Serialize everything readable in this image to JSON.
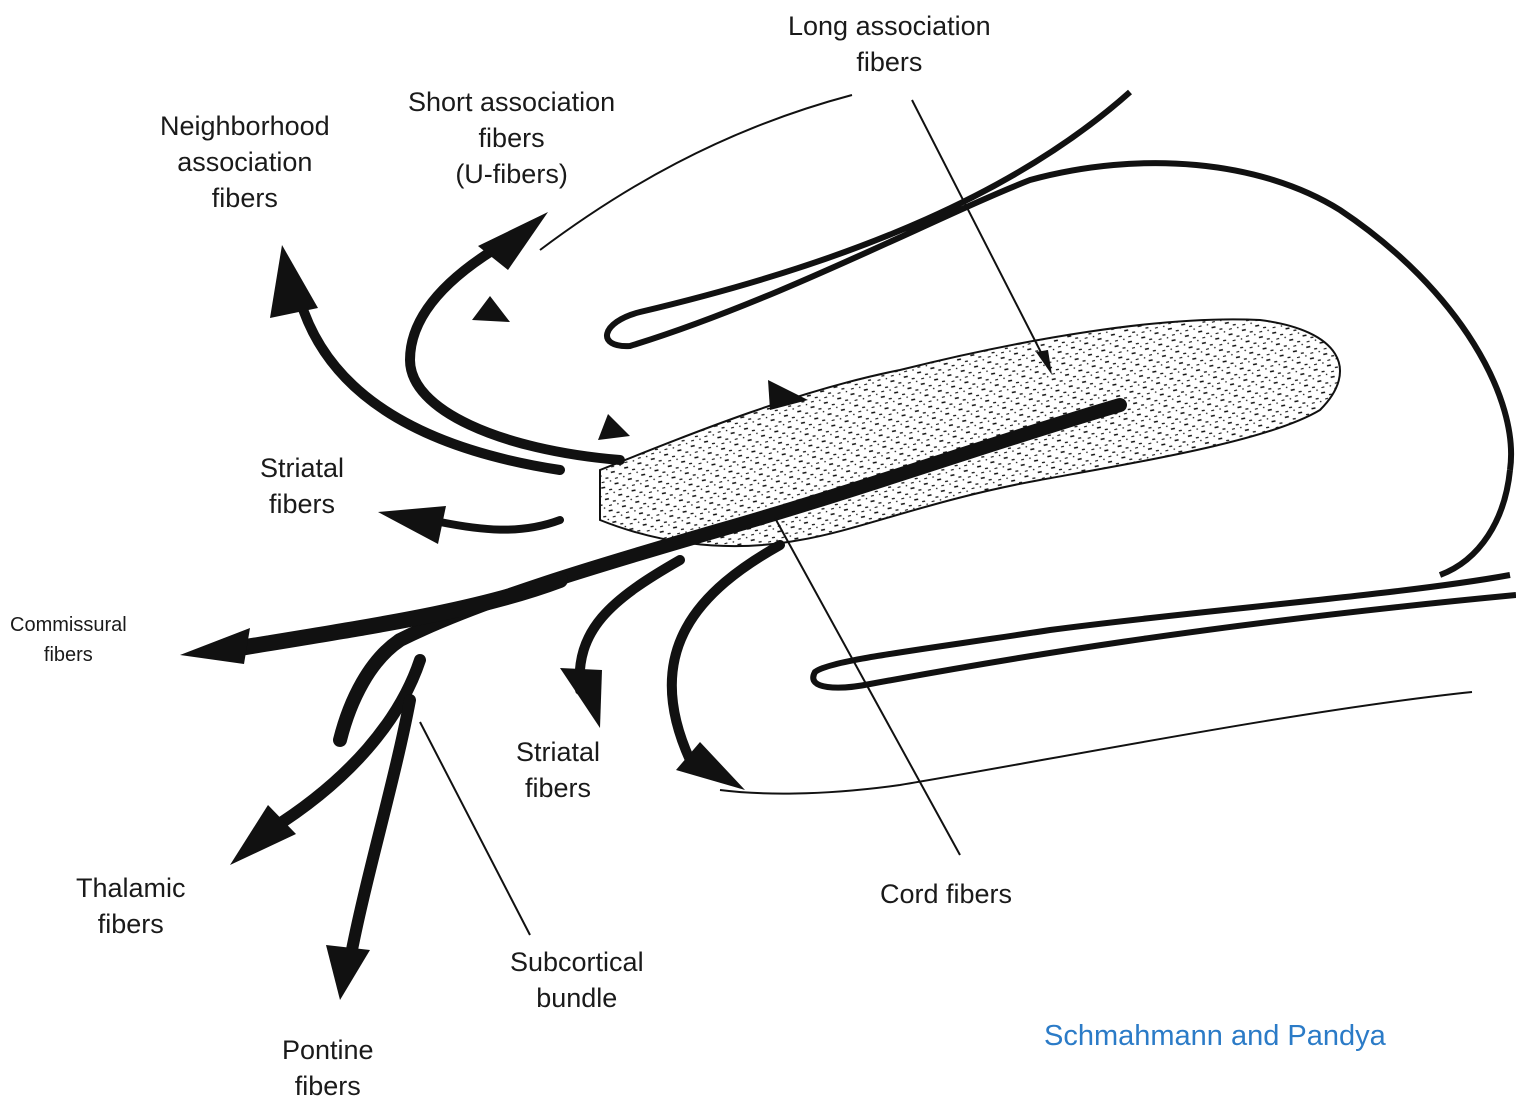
{
  "labels": {
    "long_association": [
      "Long association",
      "fibers"
    ],
    "short_association": [
      "Short association",
      "fibers",
      "(U-fibers)"
    ],
    "neighborhood_association": [
      "Neighborhood",
      "association",
      "fibers"
    ],
    "striatal_upper": [
      "Striatal",
      "fibers"
    ],
    "commissural": [
      "Commissural",
      "fibers"
    ],
    "striatal_lower": [
      "Striatal",
      "fibers"
    ],
    "cord": [
      "Cord fibers"
    ],
    "thalamic": [
      "Thalamic",
      "fibers"
    ],
    "subcortical": [
      "Subcortical",
      "bundle"
    ],
    "pontine": [
      "Pontine",
      "fibers"
    ]
  },
  "credit": "Schmahmann and Pandya",
  "colors": {
    "ink": "#111111",
    "credit": "#2b7bc7"
  }
}
